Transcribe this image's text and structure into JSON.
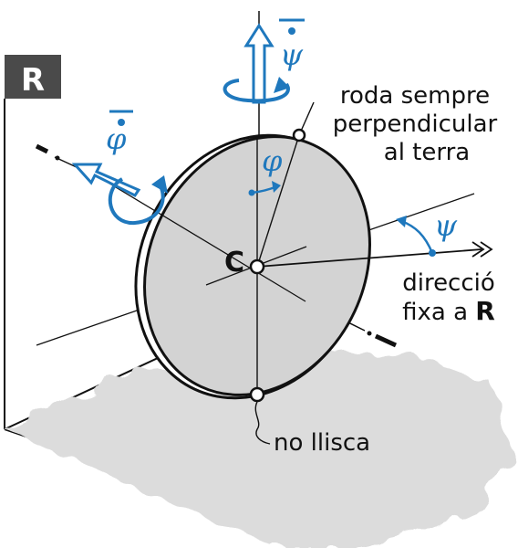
{
  "frame": {
    "label": "R"
  },
  "colors": {
    "accent": "#1f78bd",
    "wheel_fill": "#d3d3d3",
    "ground": "#dcdcdc",
    "ink": "#111111",
    "badge": "#4a4a4a"
  },
  "labels": {
    "psi_dot": "ψ",
    "phi_dot": "φ",
    "phi": "φ",
    "psi": "ψ",
    "center": "C",
    "note_line1": "roda sempre",
    "note_line2": "perpendicular",
    "note_line3": "al terra",
    "direction_line1": "direcció",
    "direction_line2_prefix": "fixa a ",
    "direction_line2_frame": "R",
    "no_slip": "no llisca"
  }
}
